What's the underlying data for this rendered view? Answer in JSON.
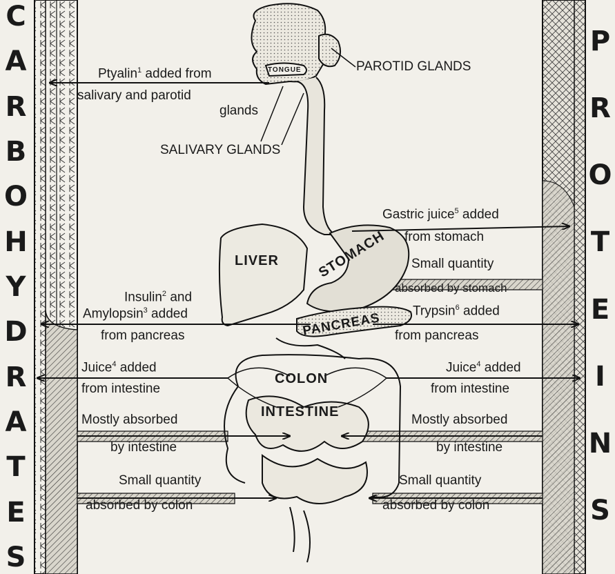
{
  "side_labels": {
    "left": "CARBOHYDRATES",
    "right": "PROTEINS"
  },
  "organs": {
    "tongue": "TONGUE",
    "liver": "LIVER",
    "stomach": "STOMACH",
    "pancreas": "PANCREAS",
    "colon": "COLON",
    "intestine": "INTESTINE"
  },
  "glands": {
    "parotid": "PAROTID GLANDS",
    "salivary": "SALIVARY GLANDS"
  },
  "left_annotations": {
    "ptyalin_a": "Ptyalin",
    "ptyalin_sup": "1",
    "ptyalin_b": " added from",
    "ptyalin_line2": "salivary and parotid",
    "ptyalin_line3": "glands",
    "insulin_a": "Insulin",
    "insulin_sup": "2",
    "insulin_b": " and",
    "amylopsin_a": "Amylopsin",
    "amylopsin_sup": "3",
    "amylopsin_b": " added",
    "pancreas_line": "from pancreas",
    "juice_a": "Juice",
    "juice_sup": "4",
    "juice_b": " added",
    "juice_line2": "from intestine",
    "absorbed_line1": "Mostly absorbed",
    "absorbed_line2": "by intestine",
    "colon_line1": "Small quantity",
    "colon_line2": "absorbed by colon"
  },
  "right_annotations": {
    "gastric_a": "Gastric juice",
    "gastric_sup": "5",
    "gastric_b": " added",
    "gastric_line2": "from stomach",
    "stomach_abs_line1": "Small quantity",
    "stomach_abs_line2": "absorbed by stomach",
    "trypsin_a": "Trypsin",
    "trypsin_sup": "6",
    "trypsin_b": " added",
    "pancreas_line": "from pancreas",
    "juice_a": "Juice",
    "juice_sup": "4",
    "juice_b": " added",
    "juice_line2": "from intestine",
    "absorbed_line1": "Mostly absorbed",
    "absorbed_line2": "by intestine",
    "colon_line1": "Small quantity",
    "colon_line2": "absorbed by colon"
  }
}
